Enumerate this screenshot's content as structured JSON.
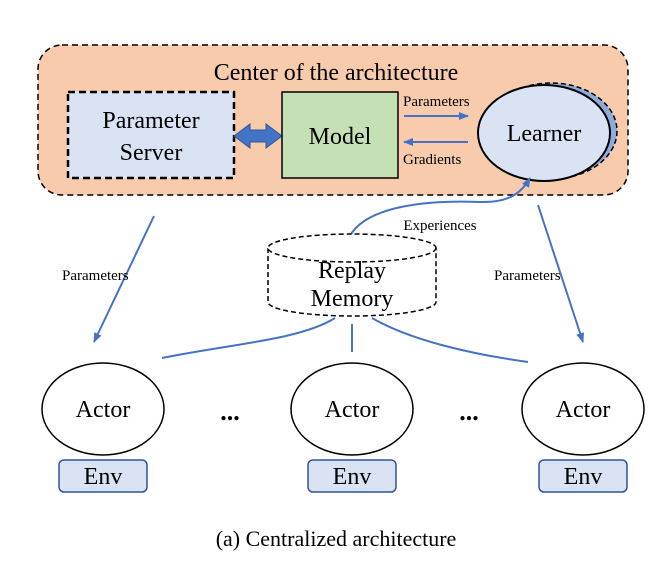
{
  "colors": {
    "center_fill": "#f8cbad",
    "param_server_fill": "#dae3f3",
    "model_fill": "#c5e0b4",
    "learner_fill": "#dae3f3",
    "learner_shadow": "#8faadc",
    "arrow_blue": "#4472c4",
    "env_fill": "#dae3f3",
    "env_border": "#2f5597"
  },
  "center": {
    "title": "Center of the architecture"
  },
  "parameter_server": {
    "line1": "Parameter",
    "line2": "Server"
  },
  "model": {
    "label": "Model"
  },
  "learner": {
    "label": "Learner"
  },
  "flows": {
    "parameters_top": "Parameters",
    "gradients": "Gradients",
    "experiences": "Experiences",
    "parameters_left": "Parameters",
    "parameters_right": "Parameters"
  },
  "replay_memory": {
    "line1": "Replay",
    "line2": "Memory"
  },
  "actors": [
    {
      "label": "Actor",
      "env": "Env"
    },
    {
      "label": "Actor",
      "env": "Env"
    },
    {
      "label": "Actor",
      "env": "Env"
    }
  ],
  "ellipses": [
    "...",
    "..."
  ],
  "caption": "(a)  Centralized architecture"
}
